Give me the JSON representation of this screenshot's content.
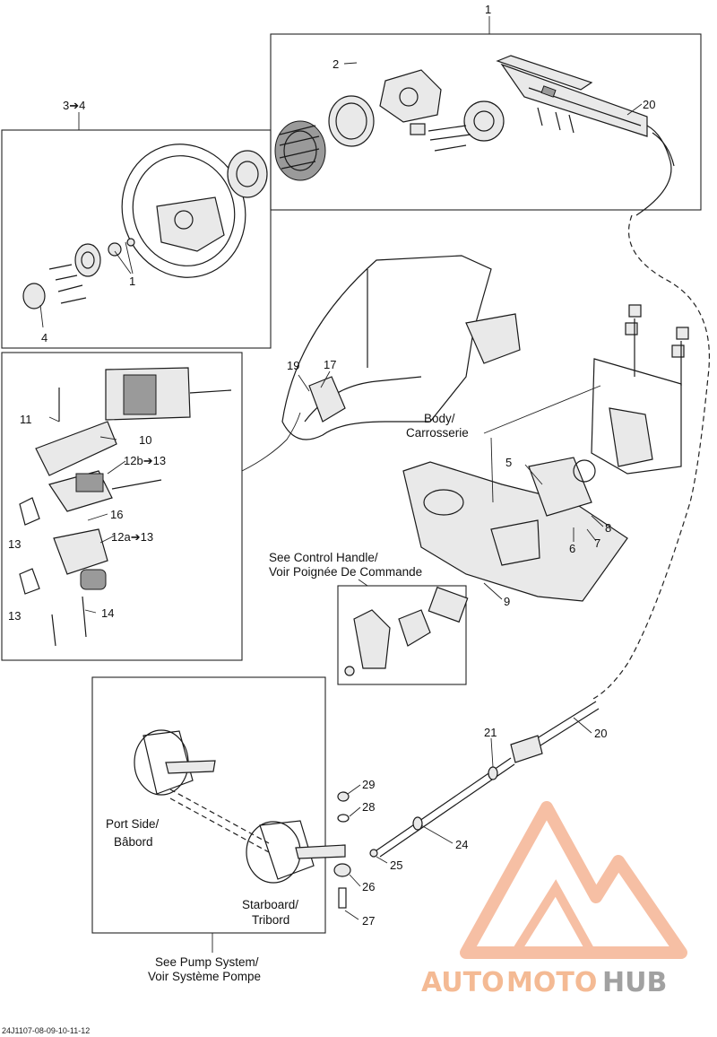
{
  "labels": {
    "n1_top": "1",
    "n2": "2",
    "n3to4": "3➔4",
    "n20_top": "20",
    "n1_wheel": "1",
    "n4": "4",
    "n19": "19",
    "n17": "17",
    "body": "Body/",
    "carrosserie": "Carrosserie",
    "n11": "11",
    "n10": "10",
    "n12b": "12b➔13",
    "n5": "5",
    "n8": "8",
    "n6": "6",
    "n7": "7",
    "n13a": "13",
    "n16": "16",
    "n12a": "12a➔13",
    "n13b": "13",
    "n14": "14",
    "see_control_1": "See Control Handle/",
    "see_control_2": "Voir Poignée De Commande",
    "n9": "9",
    "n21": "21",
    "n20_bottom": "20",
    "n29": "29",
    "n28": "28",
    "port_1": "Port Side/",
    "port_2": "Bâbord",
    "n24": "24",
    "n25": "25",
    "n26": "26",
    "starboard_1": "Starboard/",
    "starboard_2": "Tribord",
    "n27": "27",
    "see_pump_1": "See Pump System/",
    "see_pump_2": "Voir Système Pompe",
    "ref_code": "24J1107-08-09-10-11-12"
  },
  "watermark": {
    "auto": "AUTO",
    "moto": "MOTO",
    "hub": "HUB",
    "accent_color": "#f08c5a",
    "gray_color": "#8a8a8a"
  }
}
